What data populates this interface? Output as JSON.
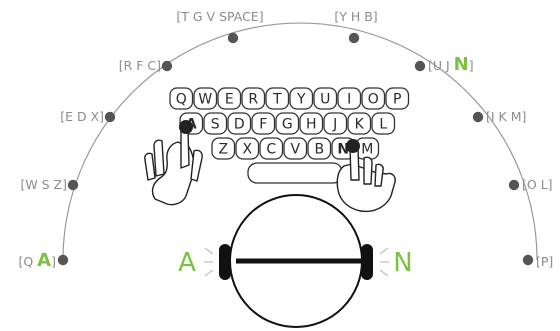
{
  "arc_labels": [
    {
      "text": "[Q ",
      "highlight": "A",
      "suffix": "]"
    },
    {
      "text": "[W S Z]"
    },
    {
      "text": "[E D X]"
    },
    {
      "text": "[R F C]"
    },
    {
      "text": "[T G V SPACE]"
    },
    {
      "text": "[Y H B]"
    },
    {
      "text": "[U J ",
      "highlight": "N",
      "suffix": "]"
    },
    {
      "text": "[I K M]"
    },
    {
      "text": "[O L]"
    },
    {
      "text": "[P]"
    }
  ],
  "keyboard": {
    "row1": [
      "Q",
      "W",
      "E",
      "R",
      "T",
      "Y",
      "U",
      "I",
      "O",
      "P"
    ],
    "row2": [
      "A",
      "S",
      "D",
      "F",
      "G",
      "H",
      "J",
      "K",
      "L"
    ],
    "row3": [
      "Z",
      "X",
      "C",
      "V",
      "B",
      "N",
      "M"
    ],
    "pressed": [
      "A",
      "N"
    ]
  },
  "sides": {
    "left": "A",
    "right": "N"
  },
  "colors": {
    "accent": "#7cc242",
    "arc": "#9a9a9a",
    "dot": "#555555",
    "outline": "#222222",
    "label": "#8c8c8c"
  },
  "icons": [
    "left-hand-icon",
    "right-hand-icon",
    "head-with-headphones-icon"
  ]
}
